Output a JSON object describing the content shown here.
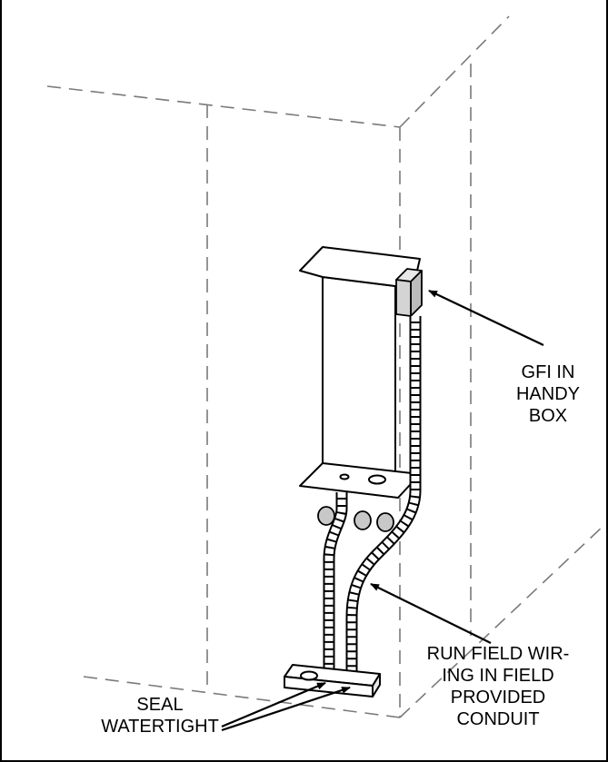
{
  "labels": {
    "gfi": [
      "GFI IN",
      "HANDY",
      "BOX"
    ],
    "run_wiring": [
      "RUN FIELD WIR-",
      "ING IN FIELD",
      "PROVIDED",
      "CONDUIT"
    ],
    "seal": [
      "SEAL",
      "WATERTIGHT"
    ]
  },
  "colors": {
    "line": "#000000",
    "dashed": "#7a7a7a",
    "knockout_fill": "#c8c8c8",
    "gfi_fill": "#d4d4d4"
  }
}
